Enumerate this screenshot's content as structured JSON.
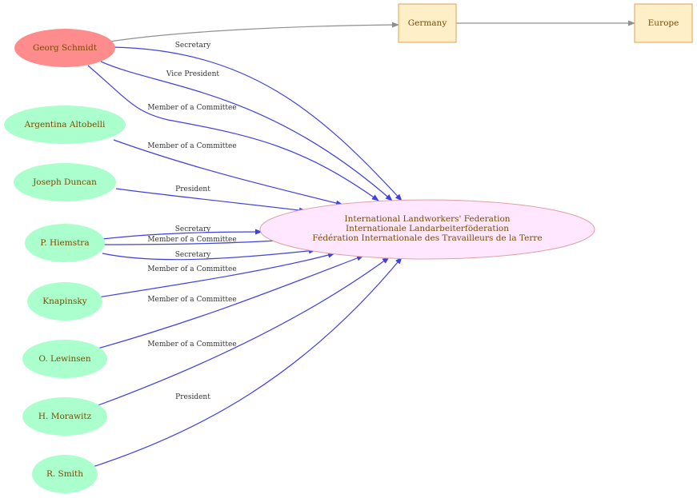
{
  "colors": {
    "edge_blue": "#4040e0",
    "edge_gray": "#909090",
    "focus_fill": "#ff8c8c",
    "person_fill": "#aaffcc",
    "place_fill": "#ffefc8",
    "place_stroke": "#e0a050",
    "org_fill": "#ffe8ff",
    "org_stroke": "#e0a0a0",
    "label_text": "#7a4a00"
  },
  "nodes": {
    "schmidt": "Georg Schmidt",
    "altobelli": "Argentina Altobelli",
    "duncan": "Joseph Duncan",
    "hiemstra": "P. Hiemstra",
    "knapinsky": "Knapinsky",
    "lewinsen": "O. Lewinsen",
    "morawitz": "H. Morawitz",
    "smith": "R. Smith",
    "germany": "Germany",
    "europe": "Europe",
    "federation": {
      "line1": "International Landworkers' Federation",
      "line2": "Internationale Landarbeiterföderation",
      "line3": "Fédération Internationale des Travailleurs de la Terre"
    }
  },
  "edge_labels": {
    "schmidt_secretary": "Secretary",
    "schmidt_vp": "Vice President",
    "schmidt_committee": "Member of a Committee",
    "altobelli_committee": "Member of a Committee",
    "duncan_president": "President",
    "hiemstra_secretary_1": "Secretary",
    "hiemstra_committee": "Member of a Committee",
    "hiemstra_secretary_2": "Secretary",
    "knapinsky_committee": "Member of a Committee",
    "lewinsen_committee": "Member of a Committee",
    "morawitz_committee": "Member of a Committee",
    "smith_president": "President"
  }
}
